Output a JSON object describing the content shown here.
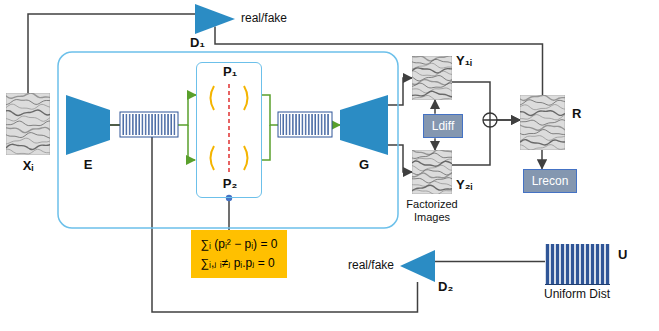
{
  "diagram": {
    "nodes": [
      {
        "text": [
          "Xᵢ"
        ]
      },
      {
        "text": [
          "E"
        ]
      },
      {
        "text": [
          "P₁",
          "P₂"
        ]
      },
      {
        "text": [
          "G"
        ]
      },
      {
        "text": [
          "Y₁ᵢ"
        ]
      },
      {
        "text": [
          "Y₂ᵢ"
        ]
      },
      {
        "text": [
          "Ldiff"
        ]
      },
      {
        "text": [
          "R"
        ]
      },
      {
        "text": [
          "Lrecon"
        ]
      },
      {
        "text": [
          "D₁"
        ]
      },
      {
        "text": [
          "D₂"
        ]
      },
      {
        "text": [
          "U",
          "Uniform Dist"
        ]
      },
      {
        "text": [
          "∑ᵢ (pᵢ² − pᵢ) = 0",
          "∑ᵢ,ⱼ ᵢ≠ⱼ pᵢ.pⱼ = 0"
        ]
      }
    ],
    "edges": [
      {
        "from": 0,
        "to": 9,
        "arrow": "none"
      },
      {
        "from": 1,
        "to": 2,
        "arrow": "to"
      },
      {
        "from": 2,
        "to": 3,
        "arrow": "to"
      },
      {
        "from": 3,
        "to": 4,
        "arrow": "to"
      },
      {
        "from": 3,
        "to": 5,
        "arrow": "to"
      },
      {
        "from": 6,
        "to": 4,
        "arrow": "to"
      },
      {
        "from": 6,
        "to": 5,
        "arrow": "to"
      },
      {
        "from": 4,
        "to": 7,
        "arrow": "to"
      },
      {
        "from": 5,
        "to": 7,
        "arrow": "to"
      },
      {
        "from": 7,
        "to": 8,
        "arrow": "to"
      },
      {
        "from": 7,
        "to": 9,
        "arrow": "none"
      },
      {
        "from": 2,
        "to": 12,
        "arrow": "none"
      },
      {
        "from": 1,
        "to": 10,
        "arrow": "none"
      },
      {
        "from": 11,
        "to": 10,
        "arrow": "none"
      }
    ],
    "labels": [
      "real/fake",
      "real/fake",
      "Factorized Images"
    ]
  }
}
